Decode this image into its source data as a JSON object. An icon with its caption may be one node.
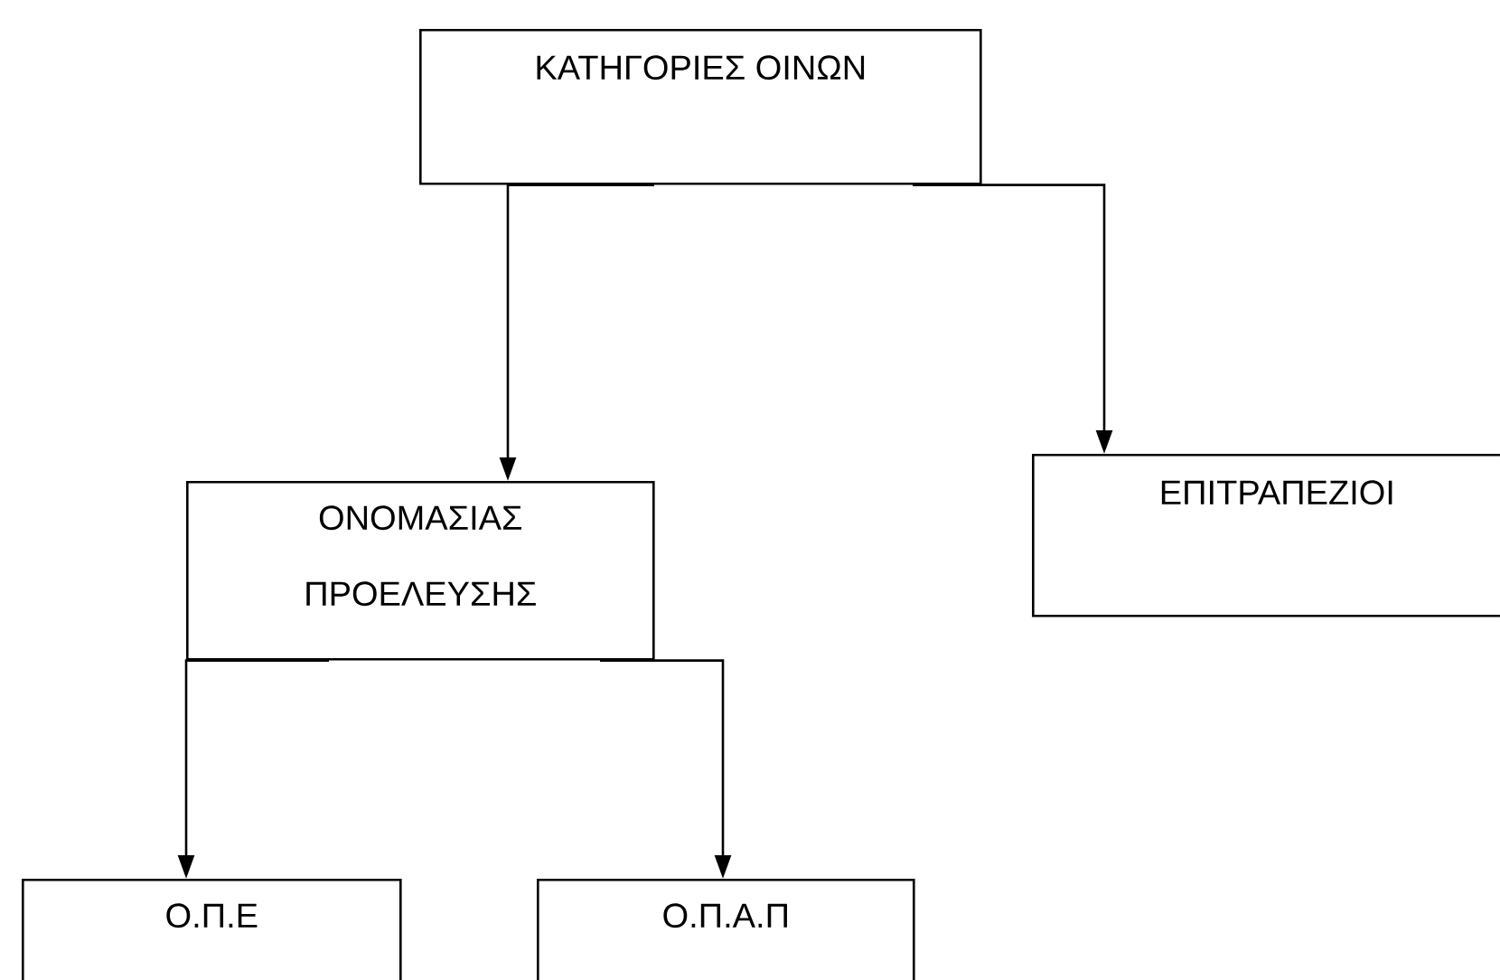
{
  "diagram": {
    "nodes": [
      {
        "text": [
          "ΚΑΤΗΓΟΡΙΕΣ ΟΙΝΩΝ"
        ]
      },
      {
        "text": [
          "ΟΝΟΜΑΣΙΑΣ ΠΡΟΕΛΕΥΣΗΣ"
        ]
      },
      {
        "text": [
          "ΕΠΙΤΡΑΠΕΖΙΟΙ"
        ]
      },
      {
        "text": [
          "Ο.Π.Ε"
        ]
      },
      {
        "text": [
          "Ο.Π.Α.Π"
        ]
      }
    ],
    "edges": [
      {
        "from": 0,
        "to": 1,
        "arrow": "to"
      },
      {
        "from": 0,
        "to": 2,
        "arrow": "to"
      },
      {
        "from": 1,
        "to": 3,
        "arrow": "to"
      },
      {
        "from": 1,
        "to": 4,
        "arrow": "to"
      }
    ]
  }
}
